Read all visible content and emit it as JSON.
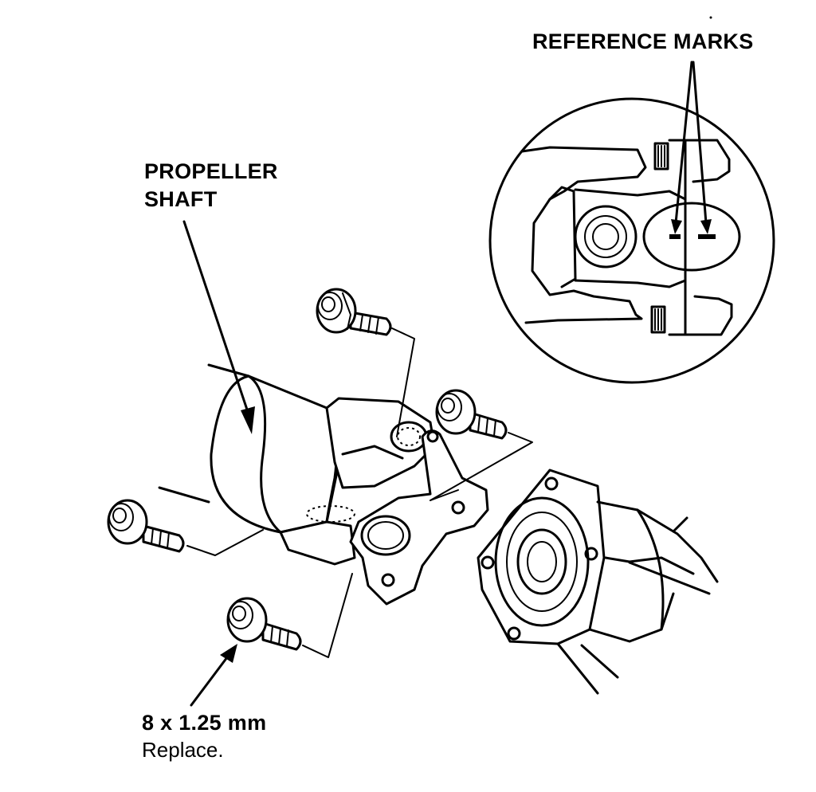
{
  "labels": {
    "reference_marks": "REFERENCE MARKS",
    "propeller_line1": "PROPELLER",
    "propeller_line2": "SHAFT",
    "bolt_size": "8 x 1.25 mm",
    "bolt_note": "Replace."
  },
  "colors": {
    "ink": "#000000",
    "paper": "#ffffff"
  }
}
